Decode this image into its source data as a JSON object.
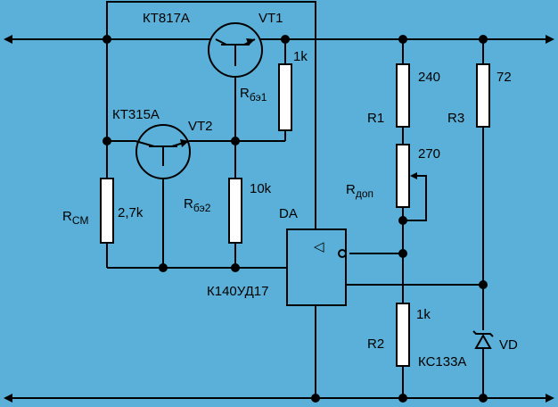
{
  "colors": {
    "background": "#5ab0d8",
    "wire": "#000000",
    "resistor_fill": "#ffffff"
  },
  "labels": {
    "vt1_type": "КТ817А",
    "vt1_ref": "VT1",
    "vt2_type": "КТ315А",
    "vt2_ref": "VT2",
    "rb1_value": "1k",
    "rb1_main": "R",
    "rb1_sub": "бэ1",
    "rb2_main": "R",
    "rb2_sub": "бэ2",
    "rb2_value": "10k",
    "rcm_main": "R",
    "rcm_sub": "CM",
    "rcm_value": "2,7k",
    "da_ref": "DA",
    "da_type": "К140УД17",
    "r1_value": "240",
    "r1_ref": "R1",
    "rdop_value": "270",
    "rdop_main": "R",
    "rdop_sub": "доп",
    "r2_value": "1k",
    "r2_ref": "R2",
    "r3_value": "72",
    "r3_ref": "R3",
    "vd_ref": "VD",
    "vd_type": "КС133А",
    "opamp_symbol": "◁"
  }
}
